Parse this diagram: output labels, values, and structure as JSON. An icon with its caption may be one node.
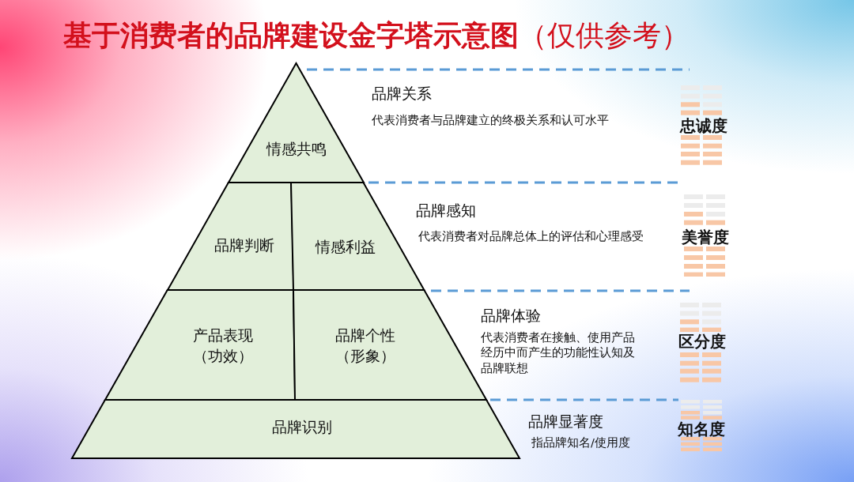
{
  "diagram": {
    "title": "**基于消费者的品牌建设金字塔示意图**（仅供参考）",
    "nodes": [
      {
        "text": [
          "情感共鸣"
        ]
      },
      {
        "text": [
          "品牌判断"
        ]
      },
      {
        "text": [
          "情感利益"
        ]
      },
      {
        "text": [
          "产品表现（功效）"
        ]
      },
      {
        "text": [
          "品牌个性（形象）"
        ]
      },
      {
        "text": [
          "品牌识别"
        ]
      }
    ],
    "labels": [
      "品牌关系",
      "代表消费者与品牌建立的终极关系和认可水平",
      "忠诚度",
      "品牌感知",
      "代表消费者对品牌总体上的评估和心理感受",
      "美誉度",
      "品牌体验",
      "代表消费者在接触、使用产品经历中而产生的功能性认知及品牌联想",
      "区分度",
      "品牌显著度",
      "指品牌知名/使用度",
      "知名度"
    ]
  }
}
